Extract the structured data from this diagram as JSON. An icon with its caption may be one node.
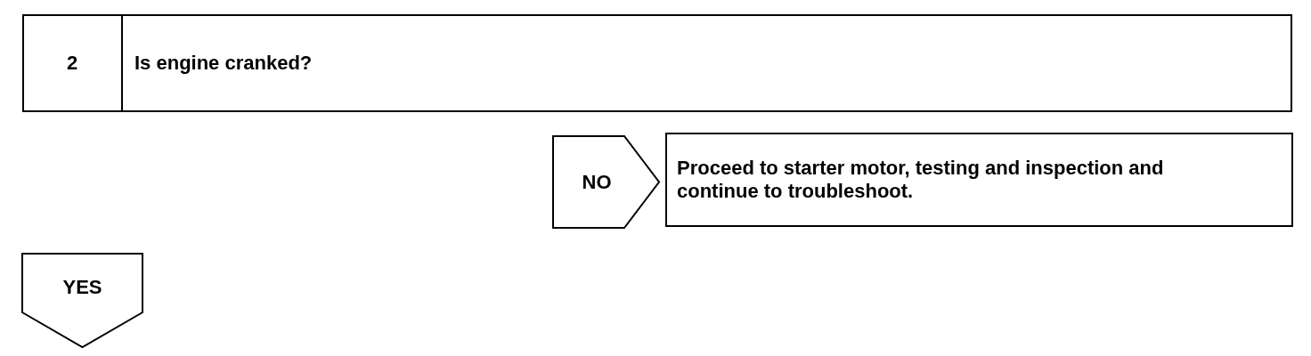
{
  "diagram": {
    "nodes": [
      {
        "text": [
          "2",
          "Is engine cranked?"
        ]
      },
      {
        "text": [
          "NO"
        ]
      },
      {
        "text": [
          "Proceed to starter motor, testing and inspection and continue to troubleshoot."
        ]
      },
      {
        "text": [
          "YES"
        ]
      }
    ]
  }
}
